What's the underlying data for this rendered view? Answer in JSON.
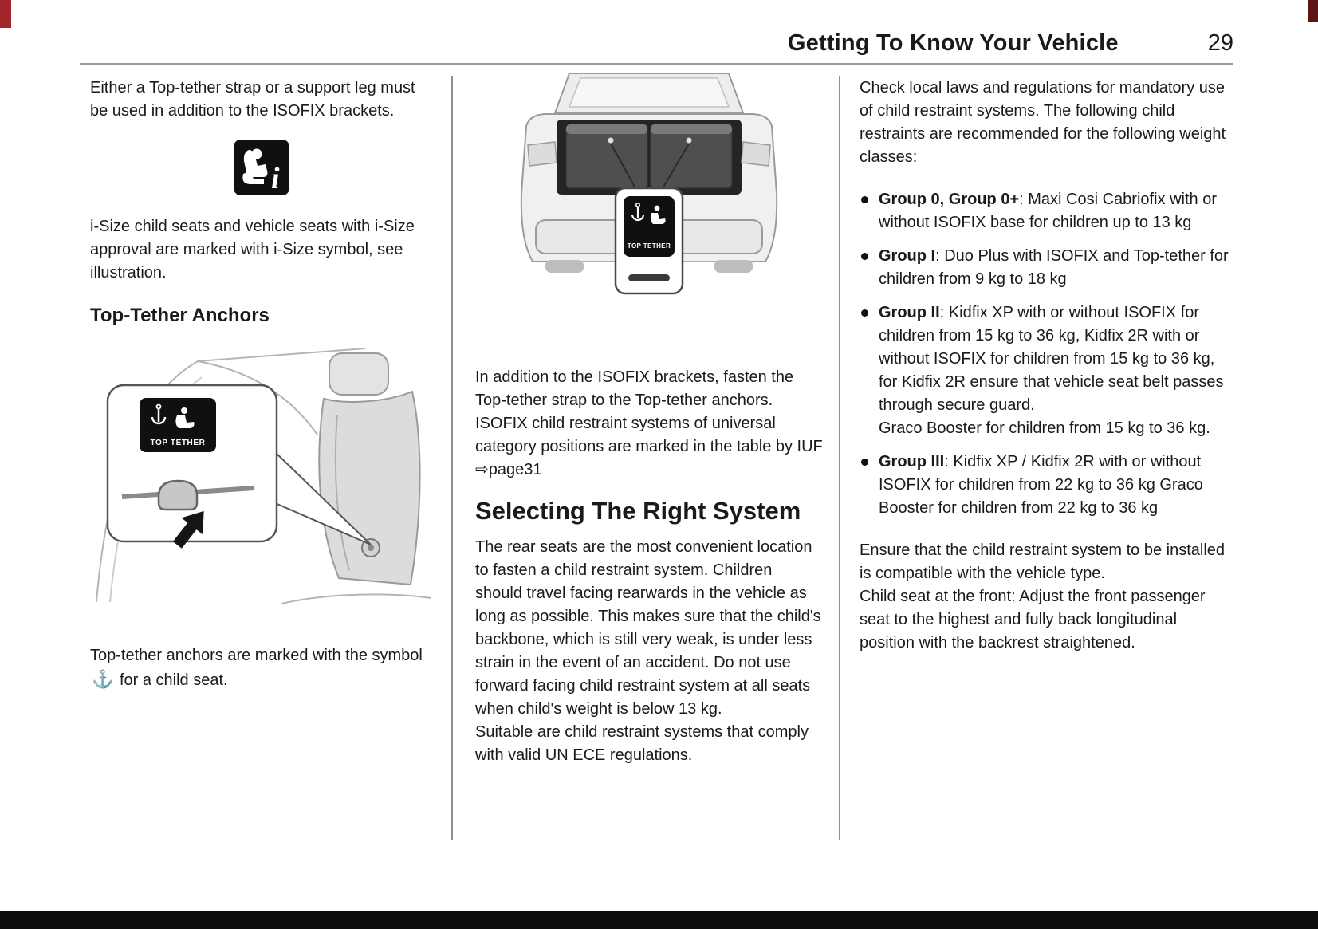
{
  "header": {
    "title": "Getting To Know Your Vehicle",
    "page_number": "29"
  },
  "labels": {
    "top_tether": "TOP TETHER",
    "isize_i": "i"
  },
  "col1": {
    "para1": "Either a Top-tether strap or a support leg must be used in addition to the ISOFIX brackets.",
    "para2": "i-Size child seats and vehicle seats with i-Size approval are marked with i-Size symbol, see illustration.",
    "heading": "Top-Tether Anchors",
    "para3_pre": "Top-tether anchors are marked with the symbol ",
    "symbol_glyph": "⚓",
    "para3_post": " for a child seat."
  },
  "col2": {
    "para1": "In addition to the ISOFIX brackets, fasten the Top-tether strap to the Top-tether anchors.",
    "para2_pre": "ISOFIX child restraint systems of universal category positions are marked in the table by IUF ",
    "para2_link": "⇨page31",
    "heading": "Selecting The Right System",
    "para3": "The rear seats are the most convenient location to fasten a child restraint system. Children should travel facing rearwards in the vehicle as long as possible. This makes sure that the child's backbone, which is still very weak, is under less strain in the event of an accident. Do not use forward facing child restraint system at all seats when child's weight is below 13 kg.",
    "para4": "Suitable are child restraint systems that comply with valid UN ECE regulations."
  },
  "col3": {
    "intro": "Check local laws and regulations for mandatory use of child restraint systems. The following child restraints are recommended for the following weight classes:",
    "bullets": [
      {
        "bold": "Group 0, Group 0+",
        "text": ": Maxi Cosi Cabriofix with or without ISOFIX base for children up to 13 kg"
      },
      {
        "bold": "Group I",
        "text": ": Duo Plus with ISOFIX and Top-tether for children from 9 kg to 18 kg"
      },
      {
        "bold": "Group II",
        "text": ": Kidfix XP with or without ISOFIX for children from 15 kg to 36 kg, Kidfix 2R with or without ISOFIX for children from 15 kg to 36 kg, for Kidfix 2R ensure that vehicle seat belt passes through secure guard.",
        "text2": "Graco Booster for children from 15 kg to 36 kg."
      },
      {
        "bold": "Group III",
        "text": ": Kidfix XP / Kidfix 2R with or without ISOFIX for children from 22 kg to 36 kg Graco Booster for children from 22 kg to 36 kg"
      }
    ],
    "para2": "Ensure that the child restraint system to be installed is compatible with the vehicle type.",
    "para3": "Child seat at the front: Adjust the front passenger seat to the highest and fully back longitudinal position with the backrest straightened."
  }
}
